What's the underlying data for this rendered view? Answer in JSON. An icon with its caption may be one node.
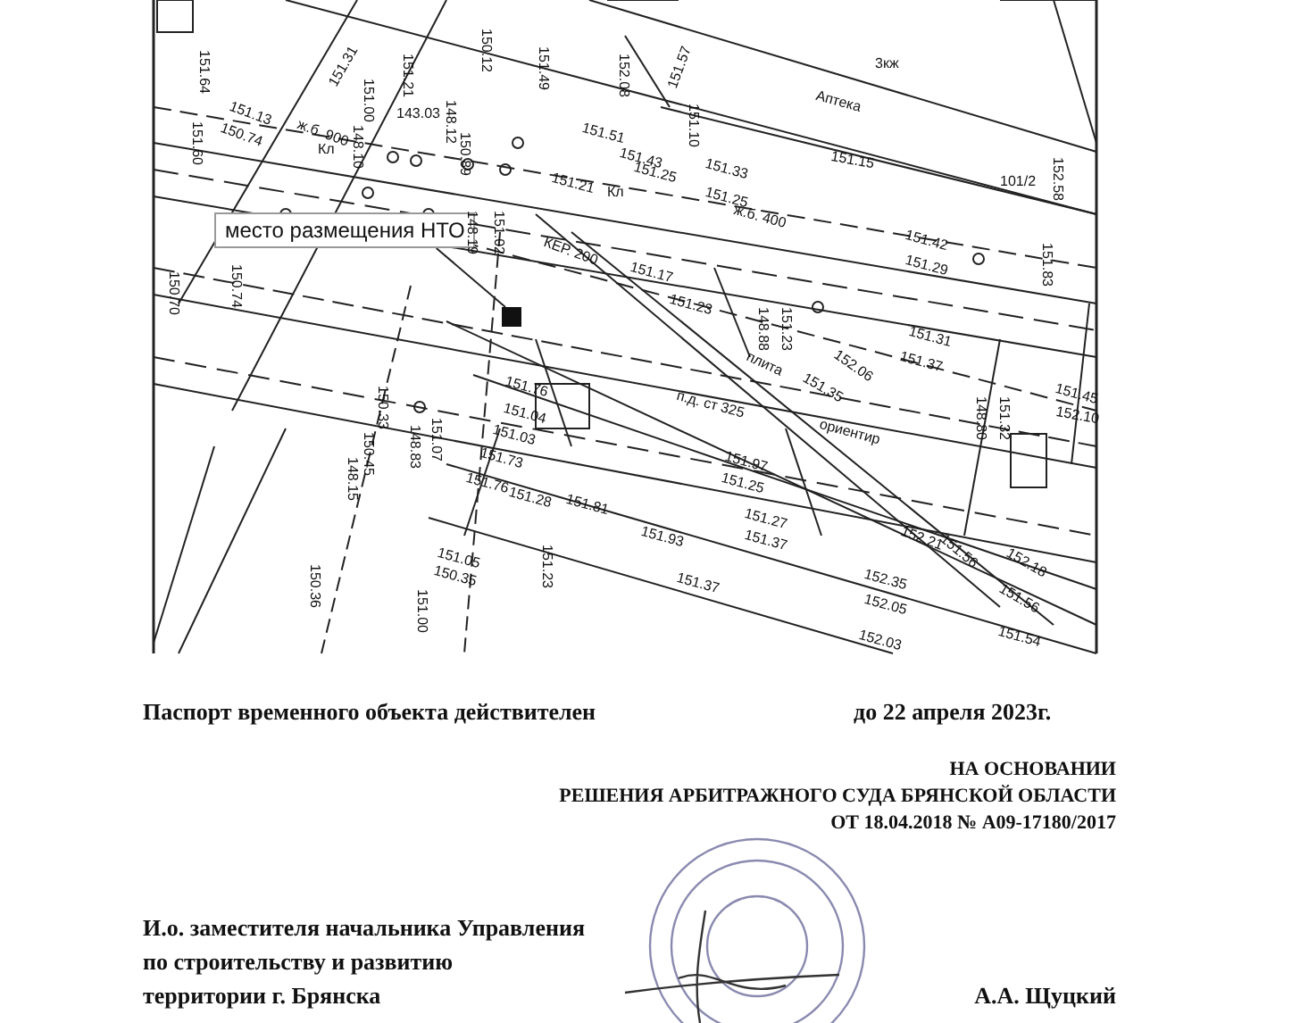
{
  "diagram": {
    "nodes": [
      {
        "text": [
          "место размещения НТО"
        ]
      },
      {
        "text": [],
        "shape": "box"
      }
    ],
    "edges": [
      {
        "from": 0,
        "to": 1,
        "arrow": "none"
      }
    ],
    "labels": [
      "151.64",
      "151.60",
      "151.13",
      "150.74",
      "ж.б. 900",
      "Кл",
      "151.31",
      "151.21",
      "143.03",
      "151.00",
      "148.10",
      "150.12",
      "151.49",
      "150.89",
      "148.12",
      "152.08",
      "151.57",
      "151.10",
      "3кж",
      "Аптека",
      "151.51",
      "151.43",
      "151.25",
      "151.21",
      "Кл",
      "151.33",
      "151.25",
      "ж.б. 400",
      "151.15",
      "101/2",
      "152.58",
      "151.42",
      "151.29",
      "151.83",
      "148.19",
      "151.02",
      "150.70",
      "150.74",
      "КЕР. 200",
      "151.17",
      "151.23",
      "148.88",
      "151.23",
      "151.31",
      "151.37",
      "148.80",
      "151.32",
      "151.45",
      "152.10",
      "151.76",
      "151.04",
      "151.03",
      "151.73",
      "п.д. ст 325",
      "ориентир",
      "плита",
      "151.35",
      "152.06",
      "151.97",
      "151.25",
      "148.15",
      "150.45",
      "150.33",
      "148.83",
      "151.07",
      "151.76",
      "151.28",
      "151.81",
      "151.93",
      "151.37",
      "151.27",
      "151.37",
      "152.21",
      "151.56",
      "152.18",
      "151.56",
      "152.35",
      "152.05",
      "152.03",
      "151.54",
      "151.05",
      "150.35",
      "151.00",
      "151.23",
      "150.36",
      "Паспорт временного объекта действителен",
      "до 22 апреля 2023г.",
      "НА ОСНОВАНИИ",
      "РЕШЕНИЯ АРБИТРАЖНОГО СУДА БРЯНСКОЙ ОБЛАСТИ",
      "ОТ 18.04.2018  № А09-17180/2017",
      "И.о. заместителя начальника Управления",
      "по строительству и развитию",
      "территории г. Брянска",
      "А.А. Щуцкий"
    ]
  }
}
